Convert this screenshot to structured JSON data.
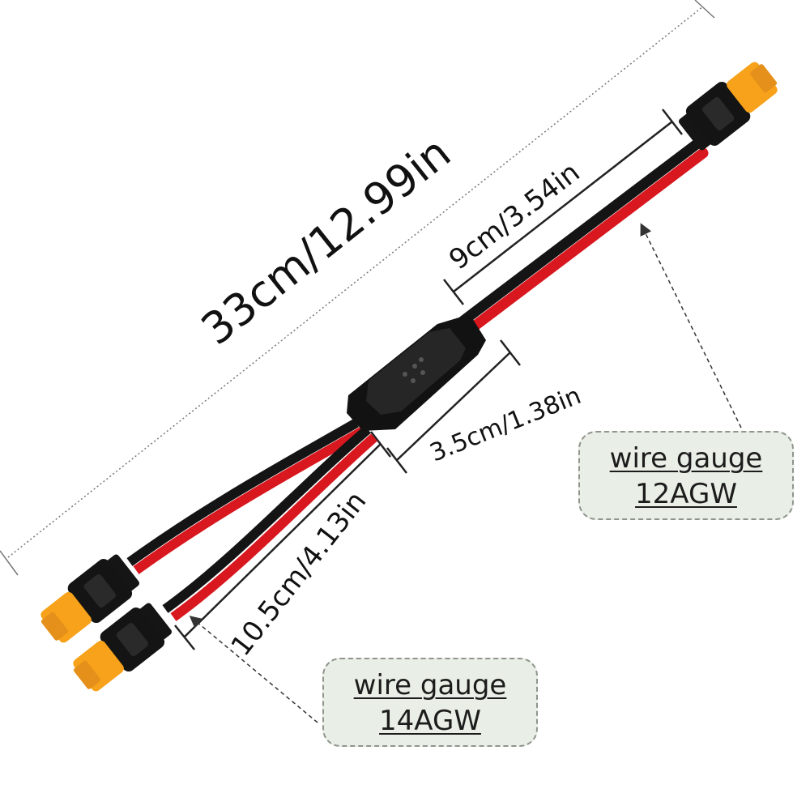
{
  "dimensions": {
    "total_length": "33cm/12.99in",
    "main_cable_length": "9cm/3.54in",
    "splitter_length": "3.5cm/1.38in",
    "branch_length": "10.5cm/4.13in"
  },
  "callouts": {
    "main_gauge": {
      "line1": "wire gauge",
      "line2": "12AGW"
    },
    "branch_gauge": {
      "line1": "wire gauge",
      "line2": "14AGW"
    }
  },
  "colors": {
    "connector_body": "#F7A21A",
    "cable_red": "#D8171F",
    "cable_black": "#141414",
    "callout_background": "#E9EFE6"
  },
  "icons": [
    "xt60-female-connector",
    "y-splitter-junction"
  ]
}
